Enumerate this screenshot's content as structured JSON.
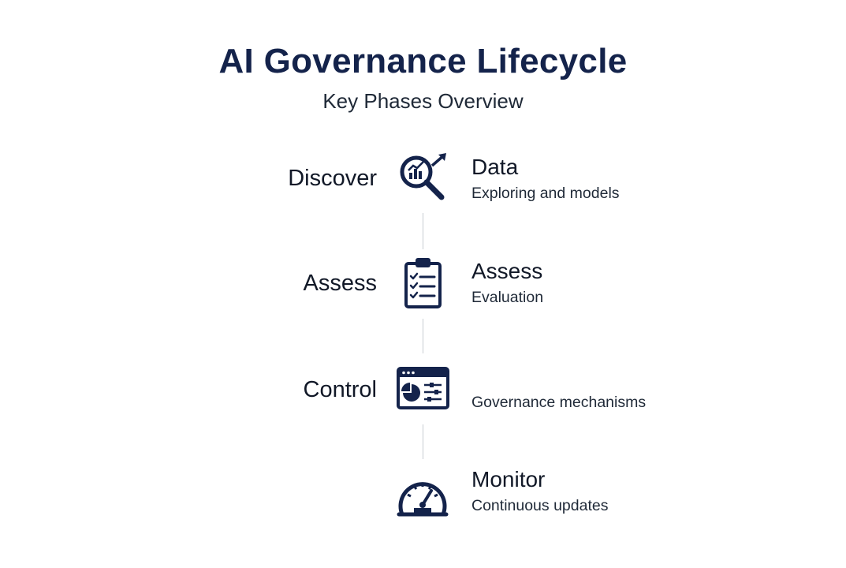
{
  "header": {
    "title": "AI Governance Lifecycle",
    "subtitle": "Key Phases Overview"
  },
  "colors": {
    "title": "#14234b",
    "icon": "#14234b",
    "connector": "#c8ccd2"
  },
  "phases": [
    {
      "left_label": "Discover",
      "icon": "magnifier-chart-icon",
      "title": "Data",
      "description": "Exploring and models"
    },
    {
      "left_label": "Assess",
      "icon": "clipboard-checklist-icon",
      "title": "Assess",
      "description": "Evaluation"
    },
    {
      "left_label": "Control",
      "icon": "control-panel-icon",
      "title": "",
      "description": "Governance mechanisms"
    },
    {
      "left_label": "",
      "icon": "speedometer-icon",
      "title": "Monitor",
      "description": "Continuous updates"
    }
  ]
}
